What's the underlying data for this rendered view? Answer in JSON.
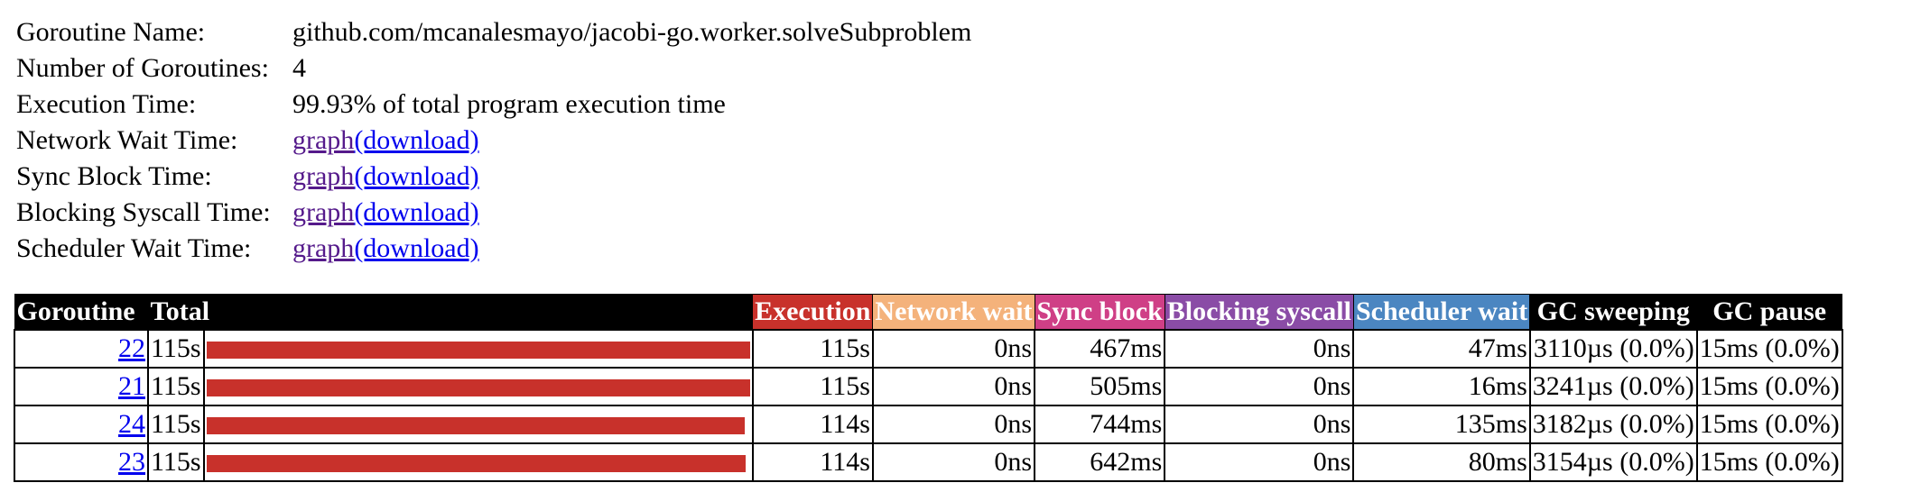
{
  "summary": {
    "name_label": "Goroutine Name:",
    "name_value": "github.com/mcanalesmayo/jacobi-go.worker.solveSubproblem",
    "count_label": "Number of Goroutines:",
    "count_value": "4",
    "exec_label": "Execution Time:",
    "exec_value": "99.93% of total program execution time",
    "network_label": "Network Wait Time:",
    "sync_label": "Sync Block Time:",
    "syscall_label": "Blocking Syscall Time:",
    "sched_label": "Scheduler Wait Time:",
    "graph_link": "graph",
    "download_link": "(download)"
  },
  "table": {
    "headers": {
      "goroutine": "Goroutine",
      "total": "Total",
      "execution": "Execution",
      "network": "Network wait",
      "sync": "Sync block",
      "syscall": "Blocking syscall",
      "sched": "Scheduler wait",
      "gc_sweep": "GC sweeping",
      "gc_pause": "GC pause"
    },
    "colors": {
      "execution": "#c8312b",
      "network": "#f4b27b",
      "sync": "#cf3f86",
      "syscall": "#8a4ca6",
      "sched": "#4b86c1"
    },
    "rows": [
      {
        "id": "22",
        "total": "115s",
        "exec_fraction": 1.0,
        "execution": "115s",
        "network": "0ns",
        "sync": "467ms",
        "syscall": "0ns",
        "sched": "47ms",
        "gc_sweep": "3110µs (0.0%)",
        "gc_pause": "15ms (0.0%)"
      },
      {
        "id": "21",
        "total": "115s",
        "exec_fraction": 1.0,
        "execution": "115s",
        "network": "0ns",
        "sync": "505ms",
        "syscall": "0ns",
        "sched": "16ms",
        "gc_sweep": "3241µs (0.0%)",
        "gc_pause": "15ms (0.0%)"
      },
      {
        "id": "24",
        "total": "115s",
        "exec_fraction": 0.991,
        "execution": "114s",
        "network": "0ns",
        "sync": "744ms",
        "syscall": "0ns",
        "sched": "135ms",
        "gc_sweep": "3182µs (0.0%)",
        "gc_pause": "15ms (0.0%)"
      },
      {
        "id": "23",
        "total": "115s",
        "exec_fraction": 0.992,
        "execution": "114s",
        "network": "0ns",
        "sync": "642ms",
        "syscall": "0ns",
        "sched": "80ms",
        "gc_sweep": "3154µs (0.0%)",
        "gc_pause": "15ms (0.0%)"
      }
    ]
  }
}
